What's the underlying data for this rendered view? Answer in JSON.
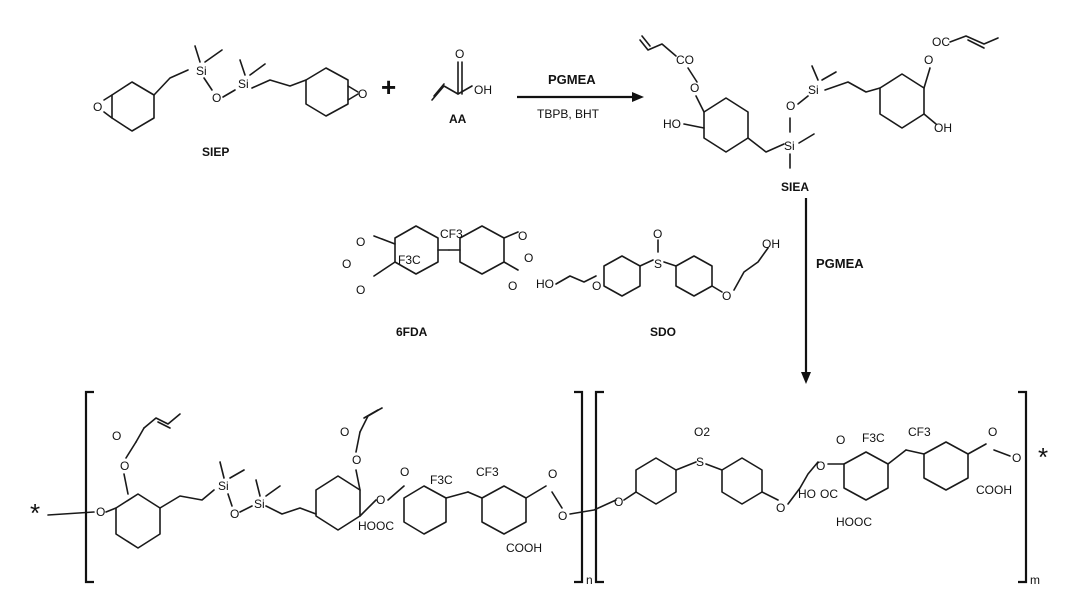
{
  "compounds": {
    "siep": "SIEP",
    "aa": "AA",
    "siea": "SIEA",
    "sixfda": "6FDA",
    "sdo": "SDO"
  },
  "reaction1": {
    "plus": "+",
    "solvent": "PGMEA",
    "reagents": "TBPB, BHT"
  },
  "reaction2": {
    "solvent": "PGMEA"
  },
  "polymer": {
    "end_left": "*",
    "end_right": "*",
    "repeat_n": "n",
    "repeat_m": "m"
  },
  "atoms": {
    "O": "O",
    "Si": "Si",
    "S": "S",
    "OH": "OH",
    "HO": "HO",
    "F3C": "F3C",
    "CF3": "CF3",
    "O2": "O2",
    "COOH": "COOH",
    "HOOC": "HOOC",
    "OC": "OC",
    "CO": "CO"
  },
  "colors": {
    "ink": "#111111",
    "background": "#ffffff"
  }
}
